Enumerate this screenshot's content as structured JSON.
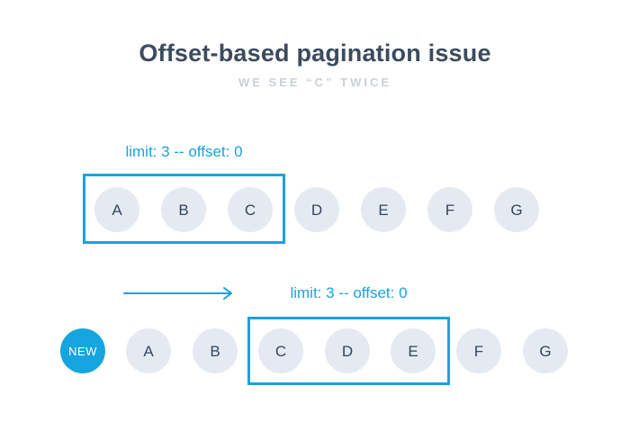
{
  "colors": {
    "accent": "#1ba2dc",
    "new_badge_fill": "#17a5e0",
    "circle_fill": "#e5eaf2",
    "circle_text": "#33455e",
    "title_text": "#3c4b5d",
    "subtitle_text": "#c9cfd8",
    "background": "#ffffff"
  },
  "header": {
    "title": "Offset-based pagination issue",
    "subtitle": "WE SEE “C” TWICE"
  },
  "first_query": {
    "label": "limit: 3 -- offset: 0",
    "items": [
      "A",
      "B",
      "C",
      "D",
      "E",
      "F",
      "G"
    ],
    "highlighted_items": [
      "A",
      "B",
      "C"
    ]
  },
  "second_query": {
    "label": "limit: 3 -- offset: 0",
    "new_item": "NEW",
    "items": [
      "A",
      "B",
      "C",
      "D",
      "E",
      "F",
      "G"
    ],
    "highlighted_items": [
      "C",
      "D",
      "E"
    ]
  }
}
